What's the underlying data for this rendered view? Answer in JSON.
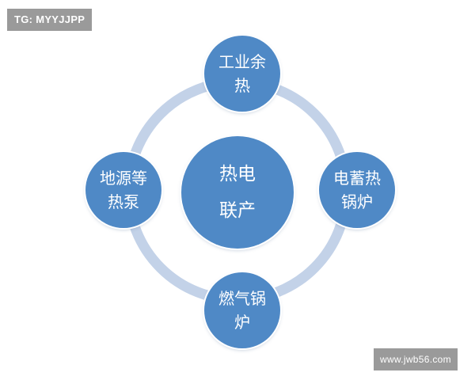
{
  "watermarks": {
    "top_left": "TG: MYYJJPP",
    "bottom_right": "www.jwb56.com"
  },
  "diagram": {
    "center": {
      "line1": "热电",
      "line2": "联产"
    },
    "top": {
      "line1": "工业余",
      "line2": "热"
    },
    "left": {
      "line1": "地源等",
      "line2": "热泵"
    },
    "right": {
      "line1": "电蓄热",
      "line2": "锅炉"
    },
    "bottom": {
      "line1": "燃气锅",
      "line2": "炉"
    }
  },
  "colors": {
    "node_fill": "#4f89c6",
    "ring": "#c3d2e8",
    "text": "#ffffff",
    "watermark_bg": "#9a9a9a"
  }
}
